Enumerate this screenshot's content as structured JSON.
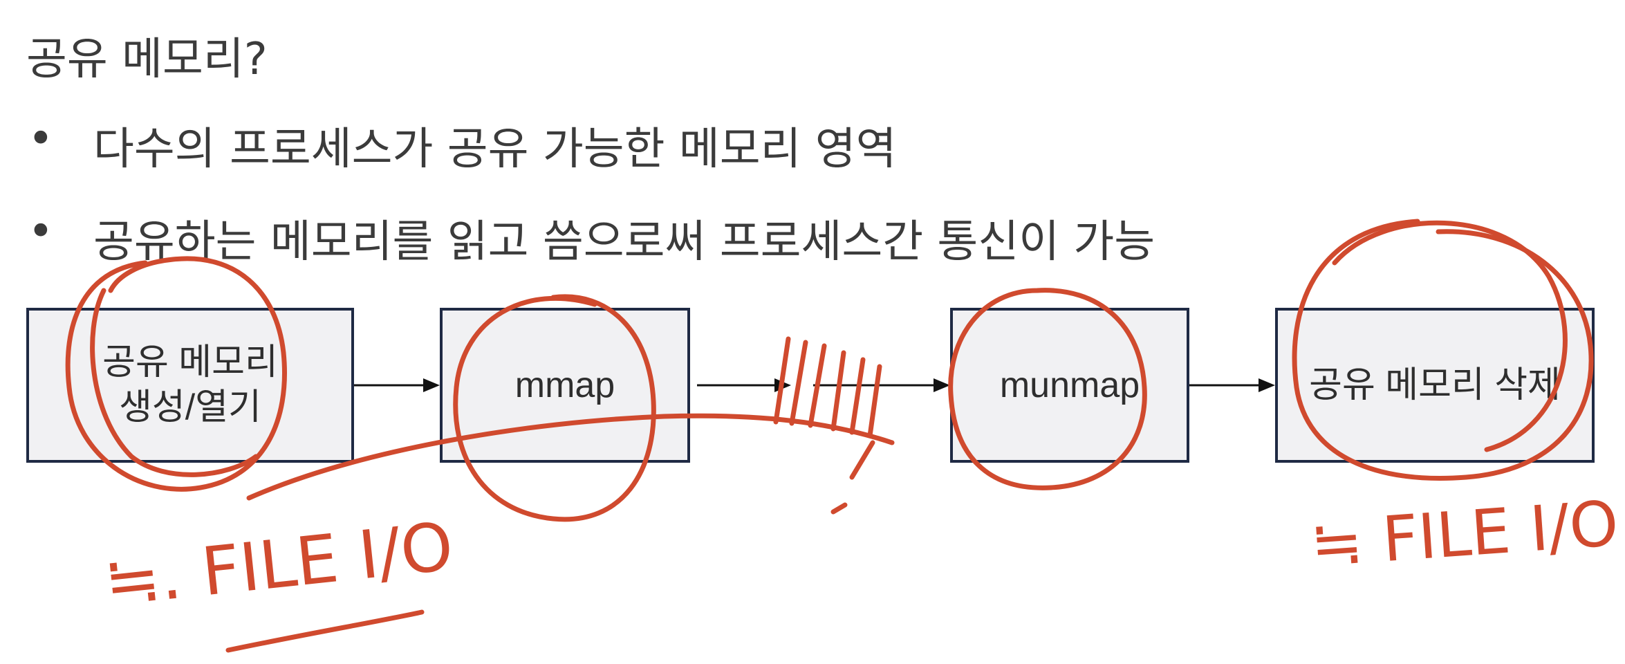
{
  "slide": {
    "title": "공유 메모리?",
    "bullets": [
      "다수의 프로세스가 공유 가능한 메모리 영역",
      "공유하는 메모리를 읽고 씀으로써 프로세스간 통신이 가능"
    ],
    "bullet_symbol": "•"
  },
  "diagram": {
    "steps": [
      {
        "label": "공유 메모리\n생성/열기"
      },
      {
        "label": "mmap"
      },
      {
        "label": "munmap"
      },
      {
        "label": "공유 메모리 삭제"
      }
    ],
    "colors": {
      "box_fill": "#f1f1f3",
      "box_border": "#1f2a44",
      "arrow": "#111111",
      "annotation": "#d04a2e"
    }
  },
  "annotations": {
    "left_note": "≒. FILE I/O",
    "right_note": "≒ FILE I/O"
  }
}
